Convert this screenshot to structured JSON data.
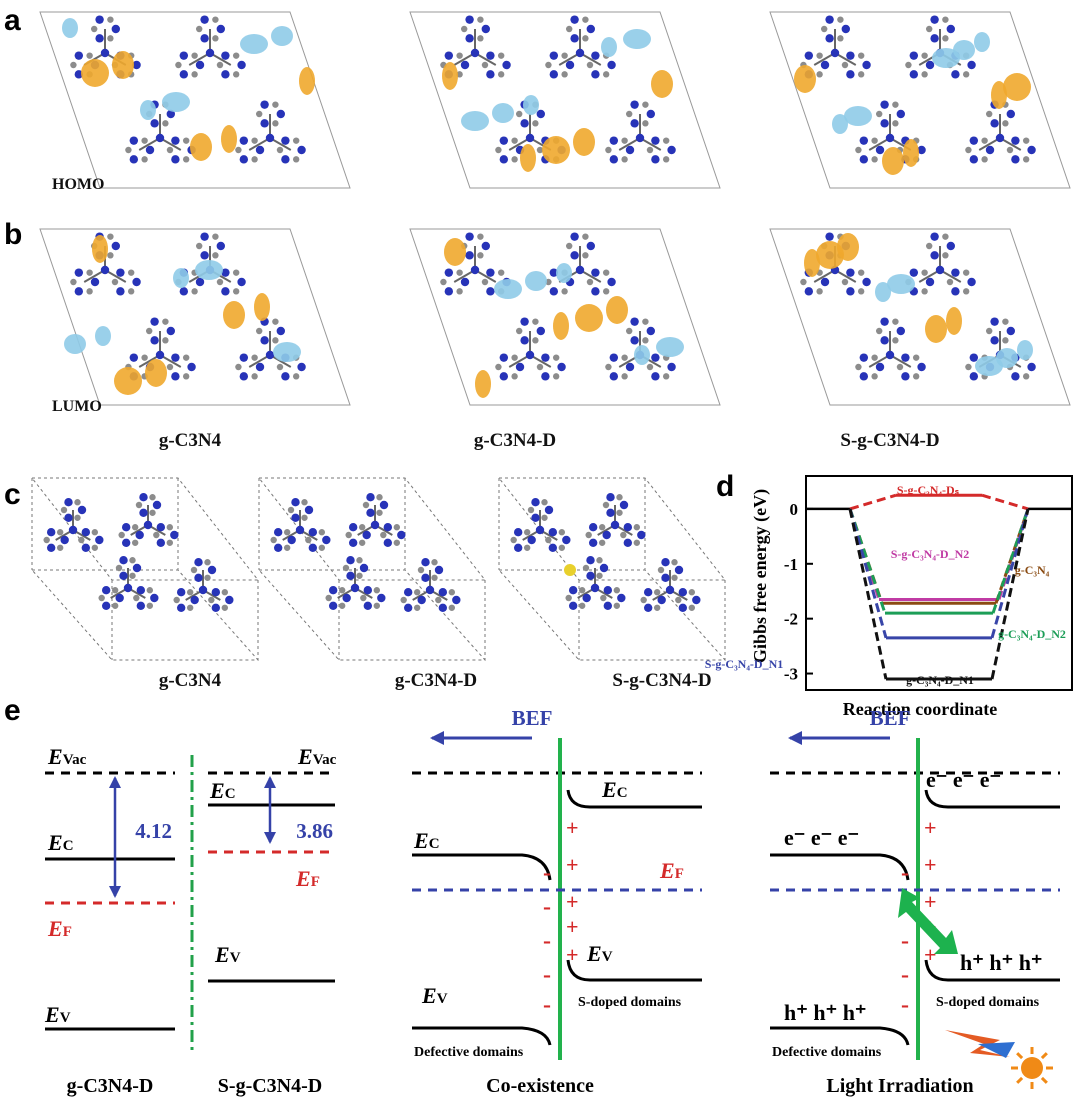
{
  "panels": {
    "a": {
      "letter": "a",
      "label": "HOMO"
    },
    "b": {
      "letter": "b",
      "label": "LUMO"
    },
    "c": {
      "letter": "c"
    },
    "d": {
      "letter": "d"
    },
    "e": {
      "letter": "e"
    }
  },
  "structures": [
    "g-C3N4",
    "g-C3N4-D",
    "S-g-C3N4-D"
  ],
  "chart_data": {
    "type": "line",
    "ylabel": "Gibbs free energy (eV)",
    "xlabel": "Reaction coordinate",
    "ylim": [
      -3.3,
      0.6
    ],
    "yticks": [
      "0",
      "-1",
      "-2",
      "-3"
    ],
    "series": [
      {
        "name": "S-g-C3N4-DS",
        "color": "#d42a2a",
        "values": [
          0,
          0.25,
          0
        ]
      },
      {
        "name": "S-g-C3N4-DN2",
        "color": "#c03ba4",
        "values": [
          0,
          -1.65,
          0
        ]
      },
      {
        "name": "g-C3N4",
        "color": "#8a4b12",
        "values": [
          0,
          -1.72,
          0
        ]
      },
      {
        "name": "g-C3N4-DN2",
        "color": "#1c9e57",
        "values": [
          0,
          -1.9,
          0
        ]
      },
      {
        "name": "S-g-C3N4-DN1",
        "color": "#3845a8",
        "values": [
          0,
          -2.35,
          0
        ]
      },
      {
        "name": "g-C3N4-DN1",
        "color": "#111111",
        "values": [
          0,
          -3.1,
          0
        ]
      }
    ],
    "labels": {
      "sds": "S-g-C₃N₄-Dₛ",
      "sdn2": "S-g-C₃N₄-D_N2",
      "gc3n4": "g-C₃N₄",
      "gdn2": "g-C₃N₄-D_N2",
      "sdn1": "S-g-C₃N₄-D_N1",
      "gdn1": "g-C₃N₄-D_N1"
    }
  },
  "band": {
    "evac": "Vac",
    "ec": "C",
    "ef": "F",
    "ev": "V",
    "gap_left": "4.12",
    "gap_right": "3.86",
    "bef": "BEF",
    "electron": "e⁻",
    "hole": "h⁺",
    "defective": "Defective domains",
    "sdoped": "S-doped domains",
    "captions": [
      "g-C3N4-D",
      "S-g-C3N4-D",
      "Co-existence",
      "Light Irradiation"
    ]
  }
}
